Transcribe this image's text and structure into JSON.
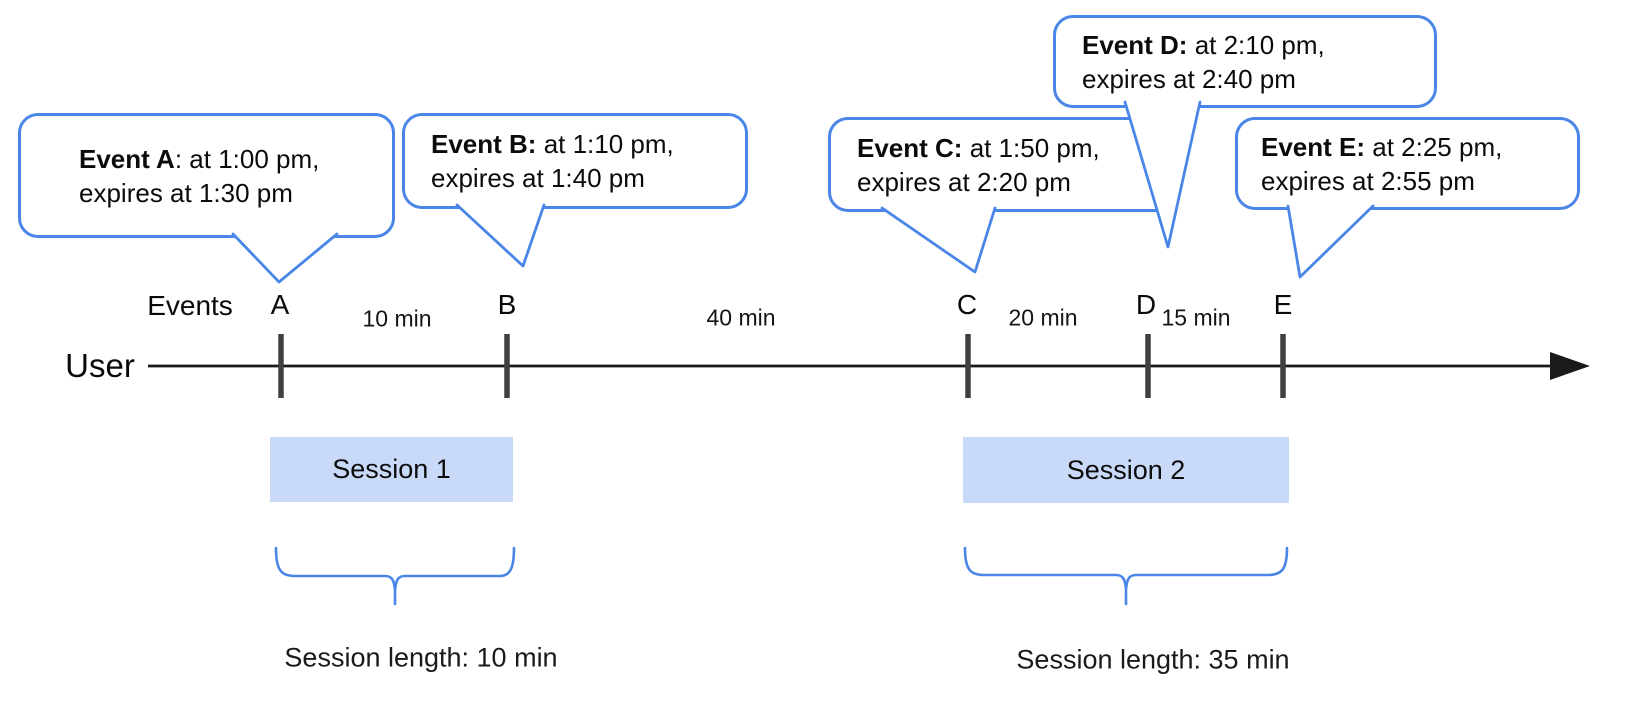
{
  "diagram": {
    "axis": {
      "user_label": "User",
      "events_label": "Events"
    },
    "events": [
      {
        "id": "A",
        "tick_label": "A",
        "bubble_bold": "Event A",
        "bubble_rest": ": at 1:00 pm,",
        "bubble_line2": "expires at 1:30 pm",
        "time": "1:00 pm",
        "expires": "1:30 pm"
      },
      {
        "id": "B",
        "tick_label": "B",
        "bubble_bold": "Event B:",
        "bubble_rest": " at 1:10 pm,",
        "bubble_line2": "expires at 1:40 pm",
        "time": "1:10 pm",
        "expires": "1:40 pm"
      },
      {
        "id": "C",
        "tick_label": "C",
        "bubble_bold": "Event C:",
        "bubble_rest": " at 1:50 pm,",
        "bubble_line2": "expires at 2:20 pm",
        "time": "1:50 pm",
        "expires": "2:20 pm"
      },
      {
        "id": "D",
        "tick_label": "D",
        "bubble_bold": "Event D:",
        "bubble_rest": " at 2:10 pm,",
        "bubble_line2": "expires at 2:40 pm",
        "time": "2:10 pm",
        "expires": "2:40 pm"
      },
      {
        "id": "E",
        "tick_label": "E",
        "bubble_bold": "Event E:",
        "bubble_rest": " at 2:25 pm,",
        "bubble_line2": "expires at 2:55 pm",
        "time": "2:25 pm",
        "expires": "2:55 pm"
      }
    ],
    "gaps": [
      {
        "between": "A-B",
        "label": "10 min"
      },
      {
        "between": "B-C",
        "label": "40 min"
      },
      {
        "between": "C-D",
        "label": "20 min"
      },
      {
        "between": "D-E",
        "label": "15 min"
      }
    ],
    "sessions": [
      {
        "label": "Session 1",
        "length_label": "Session length: 10 min"
      },
      {
        "label": "Session 2",
        "length_label": "Session length: 35 min"
      }
    ],
    "colors": {
      "accent_blue": "#4a86e8",
      "session_fill": "#c9daf8",
      "tick_gray": "#404040",
      "arrow_black": "#1a1a1a",
      "text_black": "#000000"
    }
  }
}
